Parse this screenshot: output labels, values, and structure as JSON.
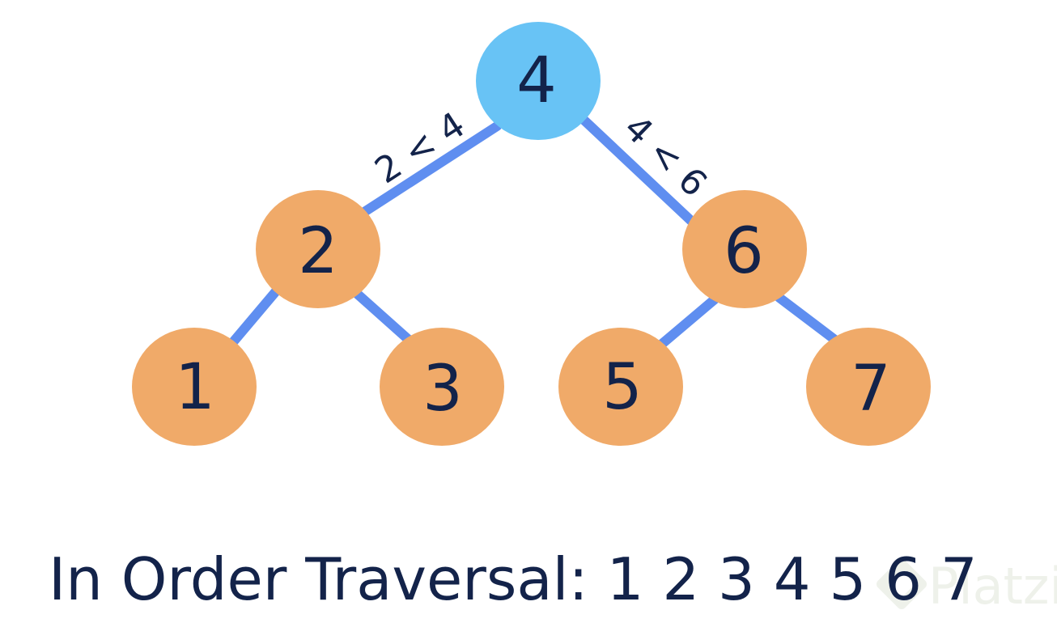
{
  "colors": {
    "root_node": "#68c3f5",
    "child_node": "#f0aa69",
    "edge": "#5f8ef0",
    "text": "#13234a",
    "watermark": "#eef1ea"
  },
  "tree": {
    "root": "4",
    "level_two": [
      "2",
      "6"
    ],
    "leaves": [
      "1",
      "3",
      "5",
      "7"
    ]
  },
  "edge_labels": {
    "left": "2 < 4",
    "right": "4 < 6"
  },
  "caption": "In Order Traversal: 1 2 3 4 5 6 7",
  "watermark": {
    "text": "Platzi",
    "icon": "platzi-logo-icon"
  }
}
